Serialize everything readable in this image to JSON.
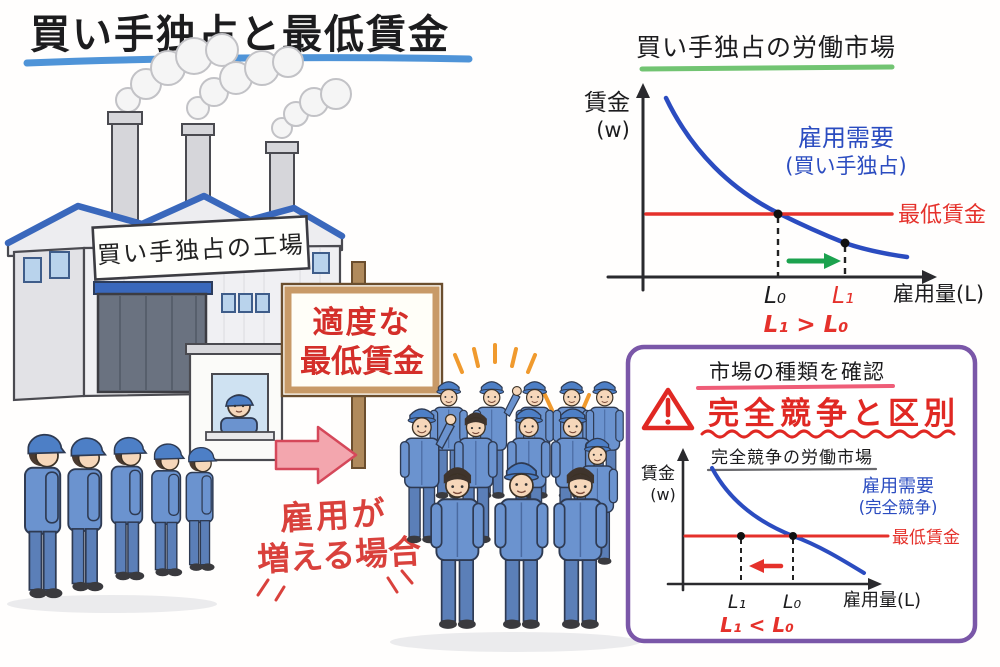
{
  "colors": {
    "title_underline": "#4f94d8",
    "chart_blue": "#2b4cc0",
    "chart_red": "#e5312b",
    "green_arrow": "#1ca24e",
    "green_underline": "#72c472",
    "purple_border": "#7a57a8",
    "pink_underline": "#ef5d78",
    "arrow_pink_fill": "#f3a6ae",
    "arrow_pink_stroke": "#d5485a",
    "uniform_blue": "#6b93cf",
    "roof_trim_blue": "#3a68bc"
  },
  "header": {
    "title": "買い手独占と最低賃金"
  },
  "scene": {
    "factory_sign": "買い手独占の工場",
    "placard": {
      "line1": "適度な",
      "line2": "最低賃金"
    },
    "caption": {
      "line1": "雇用が",
      "line2": "増える場合"
    }
  },
  "monopsony_chart": {
    "title": "買い手独占の労働市場",
    "y_label_1": "賃金",
    "y_label_2": "(w)",
    "x_label": "雇用量(L)",
    "curve_label_1": "雇用需要",
    "curve_label_2": "(買い手独占)",
    "min_wage_label": "最低賃金",
    "l0": "L₀",
    "l1": "L₁",
    "comparison": "L₁ > L₀"
  },
  "competition_box": {
    "heading": "市場の種類を確認",
    "warning_icon": "warning-triangle",
    "warning_text": "完全競争と区別",
    "chart": {
      "title": "完全競争の労働市場",
      "y_label_1": "賃金",
      "y_label_2": "(w)",
      "x_label": "雇用量(L)",
      "curve_label_1": "雇用需要",
      "curve_label_2": "(完全競争)",
      "min_wage_label": "最低賃金",
      "l1": "L₁",
      "l0": "L₀",
      "comparison": "L₁ < L₀"
    }
  },
  "chart_data": [
    {
      "type": "line",
      "title": "買い手独占の労働市場",
      "xlabel": "雇用量(L)",
      "ylabel": "賃金(w)",
      "axis_numeric": false,
      "grid": false,
      "series": [
        {
          "name": "雇用需要(買い手独占)",
          "color": "#2b4cc0",
          "x": [
            0.07,
            0.25,
            0.45,
            0.6,
            0.72,
            0.88
          ],
          "y": [
            1.0,
            0.55,
            0.37,
            0.3,
            0.25,
            0.22
          ]
        },
        {
          "name": "最低賃金",
          "color": "#e5312b",
          "x": [
            0.0,
            0.85
          ],
          "y": [
            0.36,
            0.36
          ]
        }
      ],
      "points": [
        {
          "label": "L₀",
          "x": 0.47,
          "y": 0.36,
          "note": "最低賃金線と需要曲線の交点"
        },
        {
          "label": "L₁",
          "x": 0.7,
          "y": 0.25,
          "note": "雇用増加後の点"
        }
      ],
      "annotations": [
        "緑の右向き矢印 L₀→L₁",
        "L₁ > L₀"
      ]
    },
    {
      "type": "line",
      "title": "完全競争の労働市場",
      "xlabel": "雇用量(L)",
      "ylabel": "賃金(w)",
      "axis_numeric": false,
      "grid": false,
      "series": [
        {
          "name": "雇用需要(完全競争)",
          "color": "#2b4cc0",
          "x": [
            0.13,
            0.35,
            0.55,
            0.75,
            0.93
          ],
          "y": [
            1.0,
            0.62,
            0.42,
            0.28,
            0.1
          ]
        },
        {
          "name": "最低賃金",
          "color": "#e5312b",
          "x": [
            0.0,
            0.97
          ],
          "y": [
            0.4,
            0.4
          ]
        }
      ],
      "points": [
        {
          "label": "L₁",
          "x": 0.28,
          "y": 0.4,
          "note": "最低賃金導入後の雇用量"
        },
        {
          "label": "L₀",
          "x": 0.55,
          "y": 0.4,
          "note": "最低賃金線と需要曲線の交点"
        }
      ],
      "annotations": [
        "赤の左向き矢印 L₀→L₁",
        "L₁ < L₀"
      ]
    }
  ]
}
